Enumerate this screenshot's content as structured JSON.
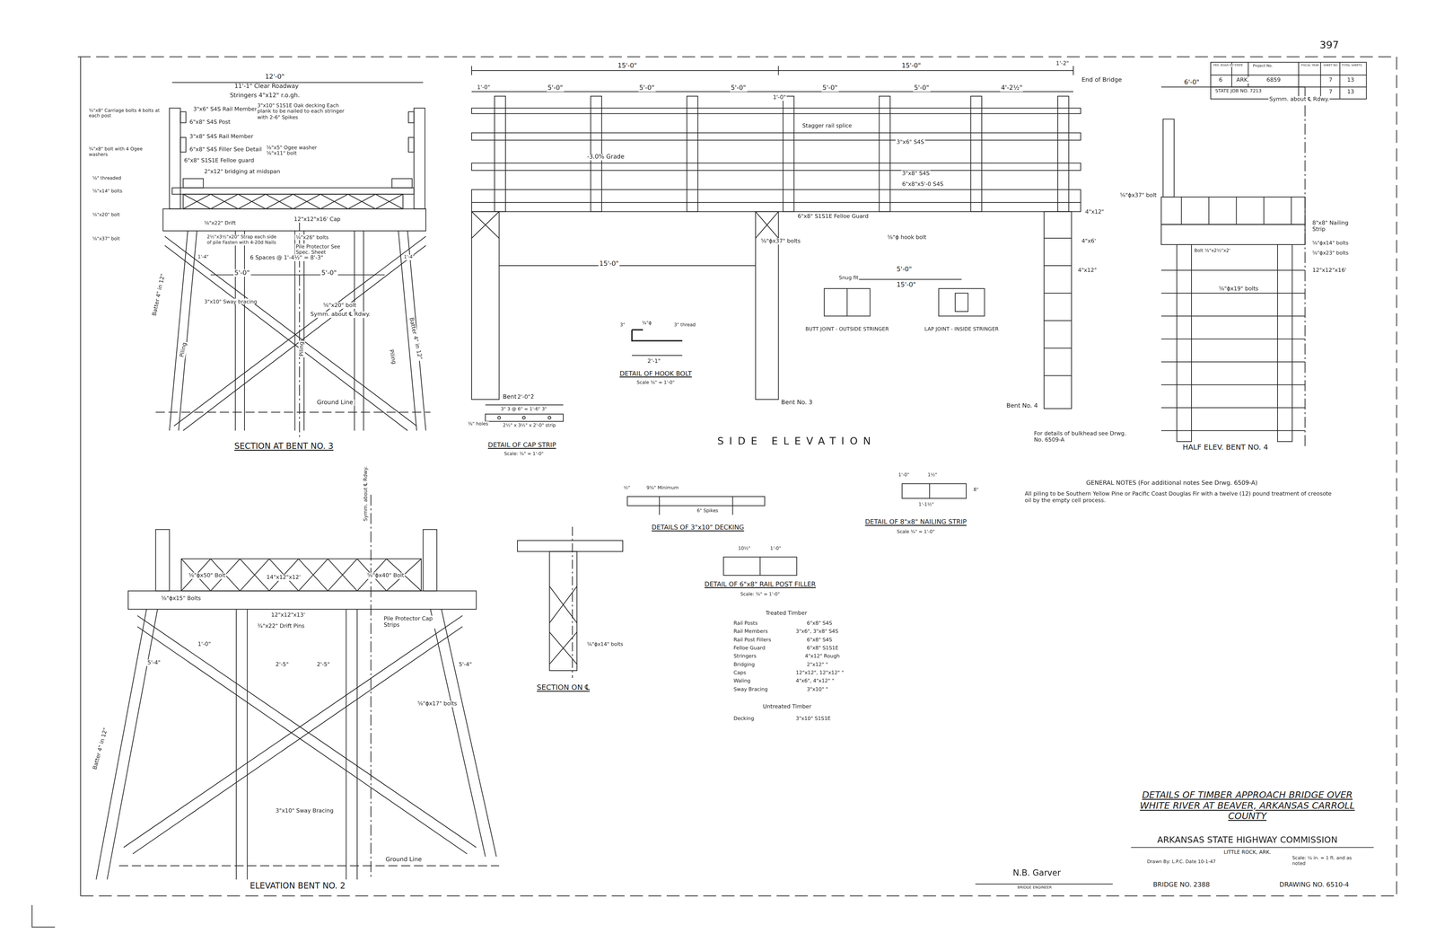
{
  "diagram": {
    "title": "DETAILS OF TIMBER APPROACH BRIDGE OVER WHITE RIVER AT BEAVER, ARKANSAS CARROLL COUNTY",
    "labels": [
      "397",
      "FED. ROAD DIST. NO.",
      "STATE",
      "Project No.",
      "FISCAL YEAR",
      "SHEET NO.",
      "TOTAL SHEETS",
      "6",
      "ARK.",
      "6859",
      "7",
      "13",
      "STATE JOB NO. 7213",
      "7",
      "13",
      "12'-0\"",
      "11'-1\" Clear Roadway",
      "Stringers 4\"x12\" r.o.gh.",
      "3\"x6\" S4S Rail Member",
      "6\"x8\" S4S Post",
      "3\"x8\" S4S Rail Member",
      "6\"x8\" S4S Filler See Detail",
      "6\"x8\" S1S1E Felloe guard",
      "2\"x12\" bridging at midspan",
      "3\"x10\" S1S1E Oak decking Each plank to be nailed to each stringer with 2-6\" Spikes",
      "⅝\"x5\" Ogee washer ⅝\"x11\" bolt",
      "¾\"x8\" Carriage bolts 4 bolts at each post",
      "¾\"x8\" bolt with 4 Ogee washers",
      "⅝\" threaded",
      "⅝\"x14\" bolts",
      "⅝\"x20\" bolt",
      "⅝\"x37\" bolt",
      "⅝\"x22\" Drift",
      "12\"x12\"x16' Cap",
      "2½\"x3½\"x20\" Strap each side of pile Fasten with 4-20d Nails",
      "⅝\"x26\" bolts",
      "Pile Protector See Spec. Sheet",
      "6 Spaces @ 1'-4½\" = 8'-3\"",
      "1'-4\"",
      "1'-4\"",
      "5'-0\"",
      "5'-0\"",
      "3\"x10\" Sway bracing",
      "⅝\"x20\" bolt",
      "Symm. about ℄ Rdwy.",
      "Batter 4\" in 12\"",
      "Piling",
      "Piling",
      "Piling",
      "Batter 4\" in 12\"",
      "Ground Line",
      "SECTION AT BENT NO. 3",
      "15'-0\"",
      "15'-0\"",
      "1'-0\"",
      "5'-0\"",
      "5'-0\"",
      "5'-0\"",
      "1'-0\"",
      "5'-0\"",
      "5'-0\"",
      "4'-2½\"",
      "1'-2\"",
      "End of Bridge",
      "Stagger rail splice",
      "3\"x6\" S4S",
      "3\"x8\" S4S",
      "6\"x8\"x5'-0 S4S",
      "-3.0% Grade",
      "6\"x8\" S1S1E Felloe Guard",
      "⅝\"ɸ hook bolt",
      "⅝\"ɸx37\" bolts",
      "15'-0\"",
      "5'-0\"",
      "15'-0\"",
      "4\"x12\"",
      "4\"x6'",
      "4\"x12\"",
      "Bent No. 2",
      "Bent No. 3",
      "Bent No. 4",
      "For details of bulkhead see Drwg. No. 6509-A",
      "SIDE ELEVATION",
      "Snug fit",
      "BUTT JOINT - OUTSIDE STRINGER",
      "LAP JOINT - INSIDE STRINGER",
      "3\"",
      "¾\"ɸ",
      "3\" thread",
      "2'-1\"",
      "DETAIL OF HOOK BOLT",
      "Scale ¾\" = 1'-0\"",
      "2'-0\"",
      "3\" 3 @ 6\" = 1'-6\" 3\"",
      "⅜\" holes",
      "2½\" x 3½\" x 2'-0\" strip",
      "DETAIL OF CAP STRIP",
      "Scale: ¾\" = 1'-0\"",
      "½\"",
      "9¾\" Minimum",
      "6\" Spikes",
      "DETAILS OF 3\"x10\" DECKING",
      "1'-0\"",
      "1½\"",
      "1'-1½\"",
      "8\"",
      "DETAIL OF 8\"x8\" NAILING STRIP",
      "Scale ¾\" = 1'-0\"",
      "10½\"",
      "1'-0\"",
      "DETAIL OF 6\"x8\" RAIL POST FILLER",
      "Scale: ¾\" = 1'-0\"",
      "⅝\"ɸx14\" bolts",
      "SECTION ON ℄",
      "Treated Timber",
      "Rail Posts",
      "6\"x8\" S4S",
      "Rail Members",
      "3\"x6\", 3\"x8\" S4S",
      "Rail Post Fillers",
      "6\"x8\" S4S",
      "Felloe Guard",
      "6\"x8\" S1S1E",
      "Stringers",
      "4\"x12\" Rough",
      "Bridging",
      "2\"x12\" \"",
      "Caps",
      "12\"x12\", 12\"x12\" \"",
      "Waling",
      "4\"x6\", 4\"x12\" \"",
      "Sway Bracing",
      "3\"x10\" \"",
      "Untreated Timber",
      "Decking",
      "3\"x10\" S1S1E",
      "6'-0\"",
      "Symm. about ℄ Rdwy.",
      "⅝\"ɸx37\" bolt",
      "8\"x8\" Nailing Strip",
      "⅝\"ɸx14\" bolts",
      "⅝\"ɸx23\" bolts",
      "12\"x12\"x16'",
      "Bolt ⅝\"x2½\"x2'",
      "⅝\"ɸx19\" bolts",
      "HALF ELEV. BENT NO. 4",
      "GENERAL NOTES (For additional notes See Drwg. 6509-A)",
      "All piling to be Southern Yellow Pine or Pacific Coast Douglas Fir with a twelve (12) pound treatment of creosote oil by the empty cell process.",
      "Symm. about ℄ Rdwy.",
      "⅝\"ɸx50\" Bolt",
      "14\"x12\"x12'",
      "⅝\"ɸx40\" Bolt",
      "⅝\"ɸx15\" Bolts",
      "12\"x12\"x13'",
      "¾\"x22\" Drift Pins",
      "Pile Protector Cap Strips",
      "1'-0\"",
      "2'-5\"",
      "2'-5\"",
      "5'-4\"",
      "5'-4\"",
      "⅝\"ɸx17\" bolts",
      "3\"x10\" Sway Bracing",
      "Batter 4\" in 12\"",
      "Ground Line",
      "ELEVATION BENT NO. 2",
      "ARKANSAS STATE HIGHWAY COMMISSION",
      "LITTLE ROCK, ARK.",
      "Drawn By: L.P.C. Date 10-1-47",
      "Scale: ¼ in. = 1 ft. and as noted",
      "N.B. Garver",
      "BRIDGE ENGINEER",
      "BRIDGE NO. 2388",
      "DRAWING NO. 6510-4"
    ]
  }
}
